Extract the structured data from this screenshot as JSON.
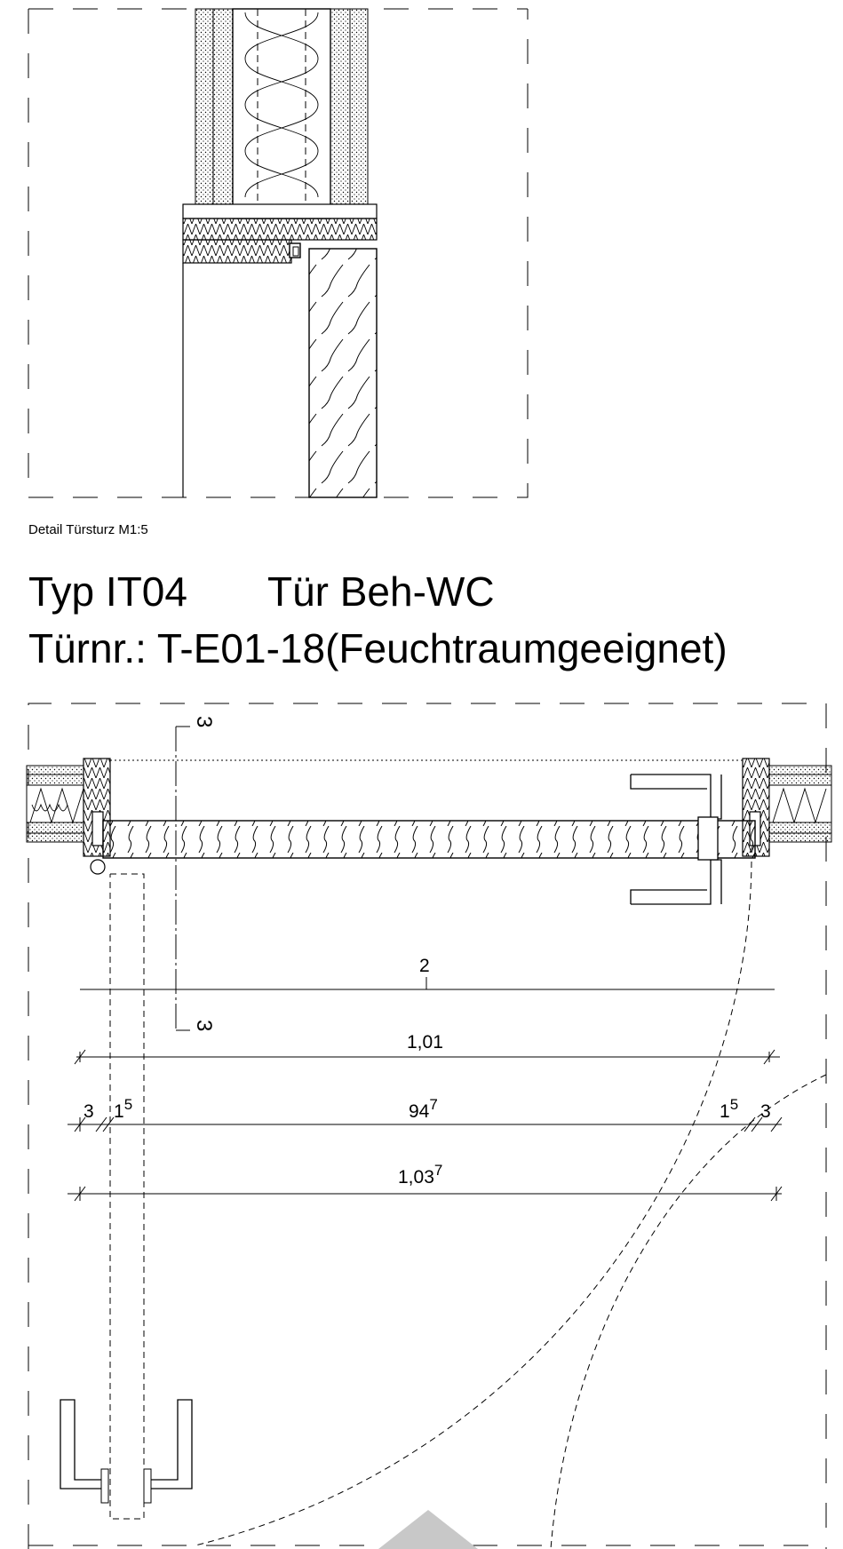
{
  "caption": "Detail Türsturz M1:5",
  "title_line1_a": "Typ IT04",
  "title_line1_b": "Tür Beh-WC",
  "title_line2": "Türnr.: T-E01-18(Feuchtraumgeeignet)",
  "section_marker": "3",
  "dimensions": {
    "d_top": "2",
    "d_101": "1,01",
    "d_3_left": "3",
    "d_15_left_base": "1",
    "d_15_left_sup": "5",
    "d_947_base": "94",
    "d_947_sup": "7",
    "d_15_right_base": "1",
    "d_15_right_sup": "5",
    "d_3_right": "3",
    "d_1037_base": "1,03",
    "d_1037_sup": "7"
  },
  "colors": {
    "line": "#000000",
    "scroll_indicator": "#c8c8c8"
  }
}
